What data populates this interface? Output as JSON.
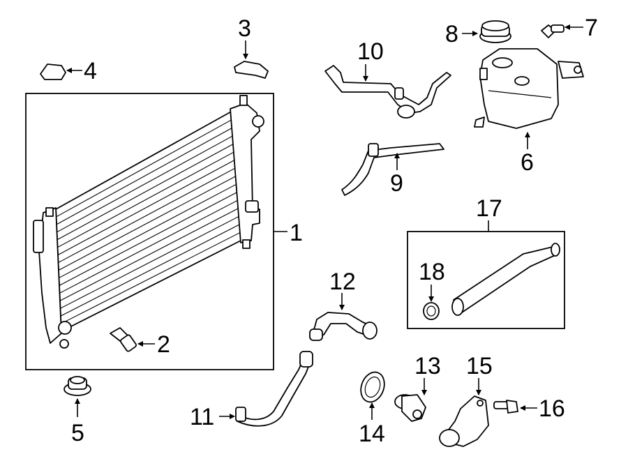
{
  "diagram": {
    "callouts": [
      {
        "id": "1",
        "label": "1"
      },
      {
        "id": "2",
        "label": "2"
      },
      {
        "id": "3",
        "label": "3"
      },
      {
        "id": "4",
        "label": "4"
      },
      {
        "id": "5",
        "label": "5"
      },
      {
        "id": "6",
        "label": "6"
      },
      {
        "id": "7",
        "label": "7"
      },
      {
        "id": "8",
        "label": "8"
      },
      {
        "id": "9",
        "label": "9"
      },
      {
        "id": "10",
        "label": "10"
      },
      {
        "id": "11",
        "label": "11"
      },
      {
        "id": "12",
        "label": "12"
      },
      {
        "id": "13",
        "label": "13"
      },
      {
        "id": "14",
        "label": "14"
      },
      {
        "id": "15",
        "label": "15"
      },
      {
        "id": "16",
        "label": "16"
      },
      {
        "id": "17",
        "label": "17"
      },
      {
        "id": "18",
        "label": "18"
      }
    ],
    "line_color": "#000000",
    "background": "#ffffff"
  }
}
